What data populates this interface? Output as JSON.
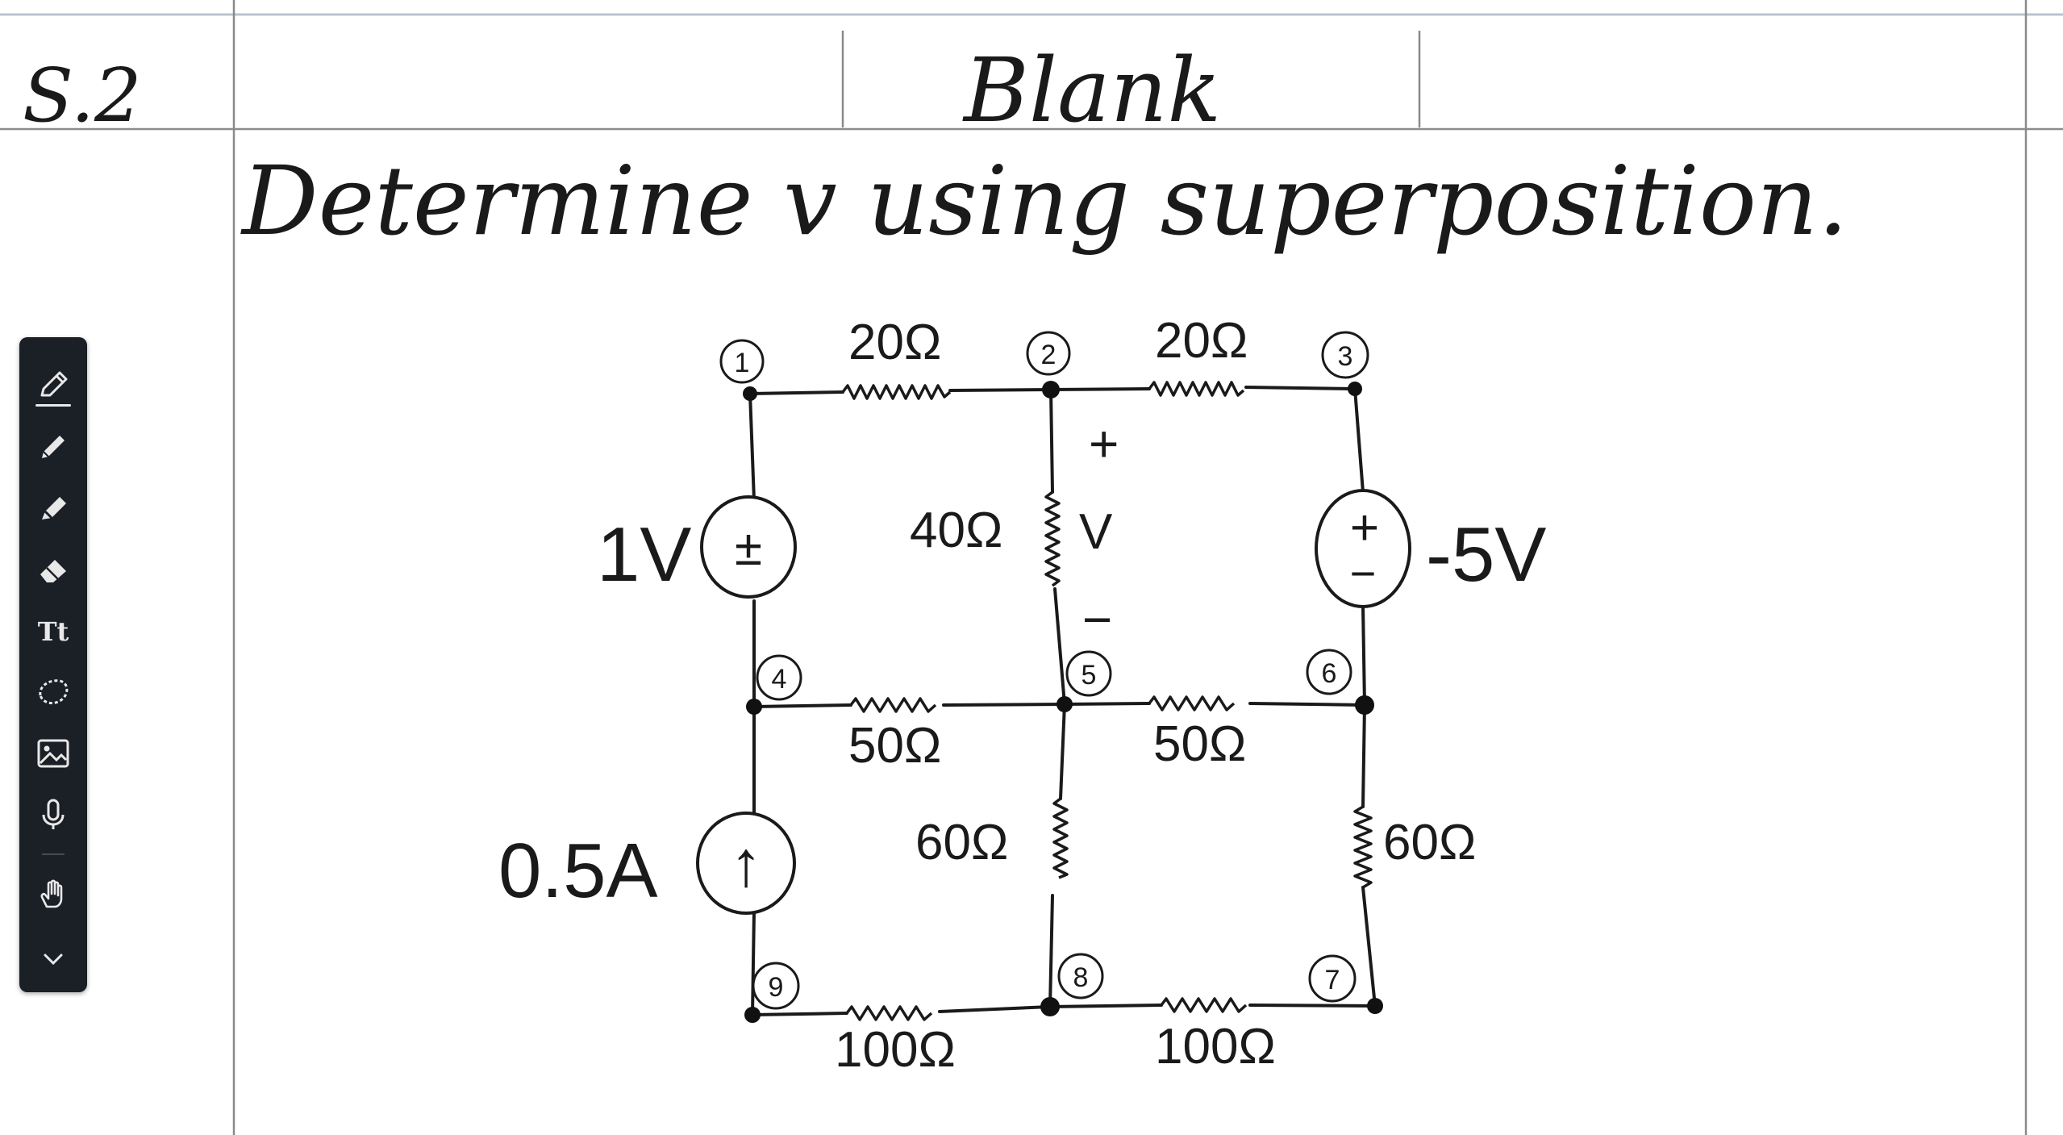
{
  "header": {
    "section_label": "S.2",
    "cell_label": "Blank"
  },
  "problem": {
    "prompt": "Determine v using superposition."
  },
  "circuit": {
    "nodes": [
      "1",
      "2",
      "3",
      "4",
      "5",
      "6",
      "7",
      "8",
      "9"
    ],
    "resistors": {
      "r12": "20Ω",
      "r23": "20Ω",
      "r25": "40Ω",
      "r45": "50Ω",
      "r56": "50Ω",
      "r58": "60Ω",
      "r67": "60Ω",
      "r98": "100Ω",
      "r87": "100Ω"
    },
    "sources": {
      "v14": {
        "label": "1V",
        "symbol": "±"
      },
      "v36": {
        "label": "-5V",
        "plus": "+",
        "minus": "−"
      },
      "i94": {
        "label": "0.5A",
        "symbol": "↑"
      }
    },
    "measurement": {
      "plus": "+",
      "name": "V",
      "minus": "−"
    }
  },
  "toolbar": {
    "tools": [
      "pen-icon",
      "pencil-icon",
      "highlighter-icon",
      "eraser-icon",
      "text-icon",
      "lasso-icon",
      "image-icon",
      "microphone-icon",
      "hand-icon",
      "chevron-down-icon"
    ],
    "text_tool_label": "Tt",
    "background": "#1b1f26"
  }
}
